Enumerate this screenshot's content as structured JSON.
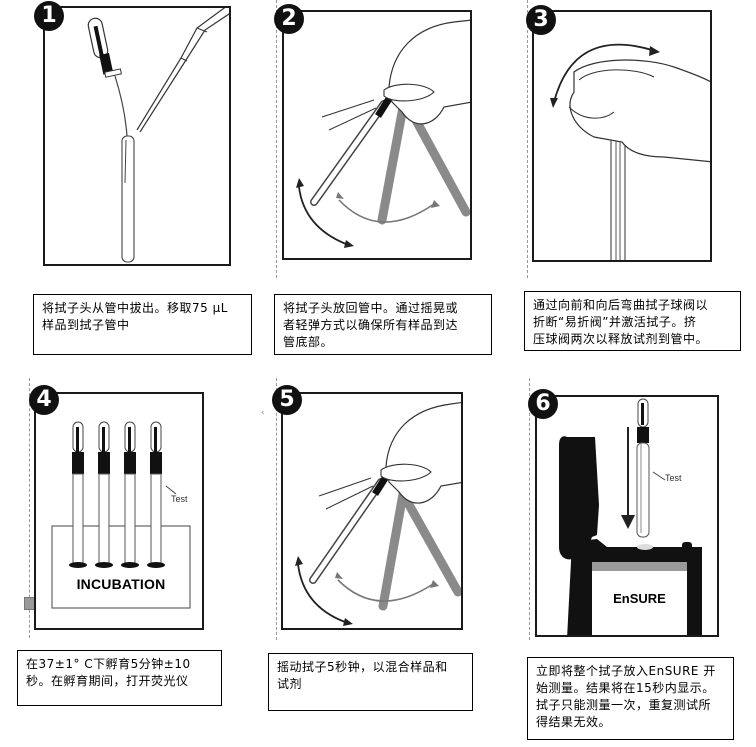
{
  "steps": [
    {
      "number": "1",
      "caption": "将拭子头从管中拔出。移取75 μL\n样品到拭子管中"
    },
    {
      "number": "2",
      "caption": "将拭子头放回管中。通过摇晃或\n者轻弹方式以确保所有样品到达\n管底部。"
    },
    {
      "number": "3",
      "caption": "通过向前和向后弯曲拭子球阀以\n折断“易折阀”并激活拭子。挤\n压球阀两次以释放试剂到管中。"
    },
    {
      "number": "4",
      "caption": "在37±1° C下孵育5分钟±10\n秒。在孵育期间，打开荧光仪",
      "illustration_labels": {
        "test": "Test",
        "incubator": "INCUBATION"
      }
    },
    {
      "number": "5",
      "caption": "摇动拭子5秒钟，以混合样品和\n试剂"
    },
    {
      "number": "6",
      "caption": "立即将整个拭子放入EnSURE 开\n始测量。结果将在15秒内显示。\n拭子只能测量一次，重复测试所\n得结果无效。",
      "illustration_labels": {
        "test": "Test",
        "device": "EnSURE"
      }
    }
  ],
  "colors": {
    "badge": "#111111",
    "border": "#1a1a1a",
    "ghost_swab": "#8a8a8a",
    "device_screen_band": "#9a9a9a"
  }
}
